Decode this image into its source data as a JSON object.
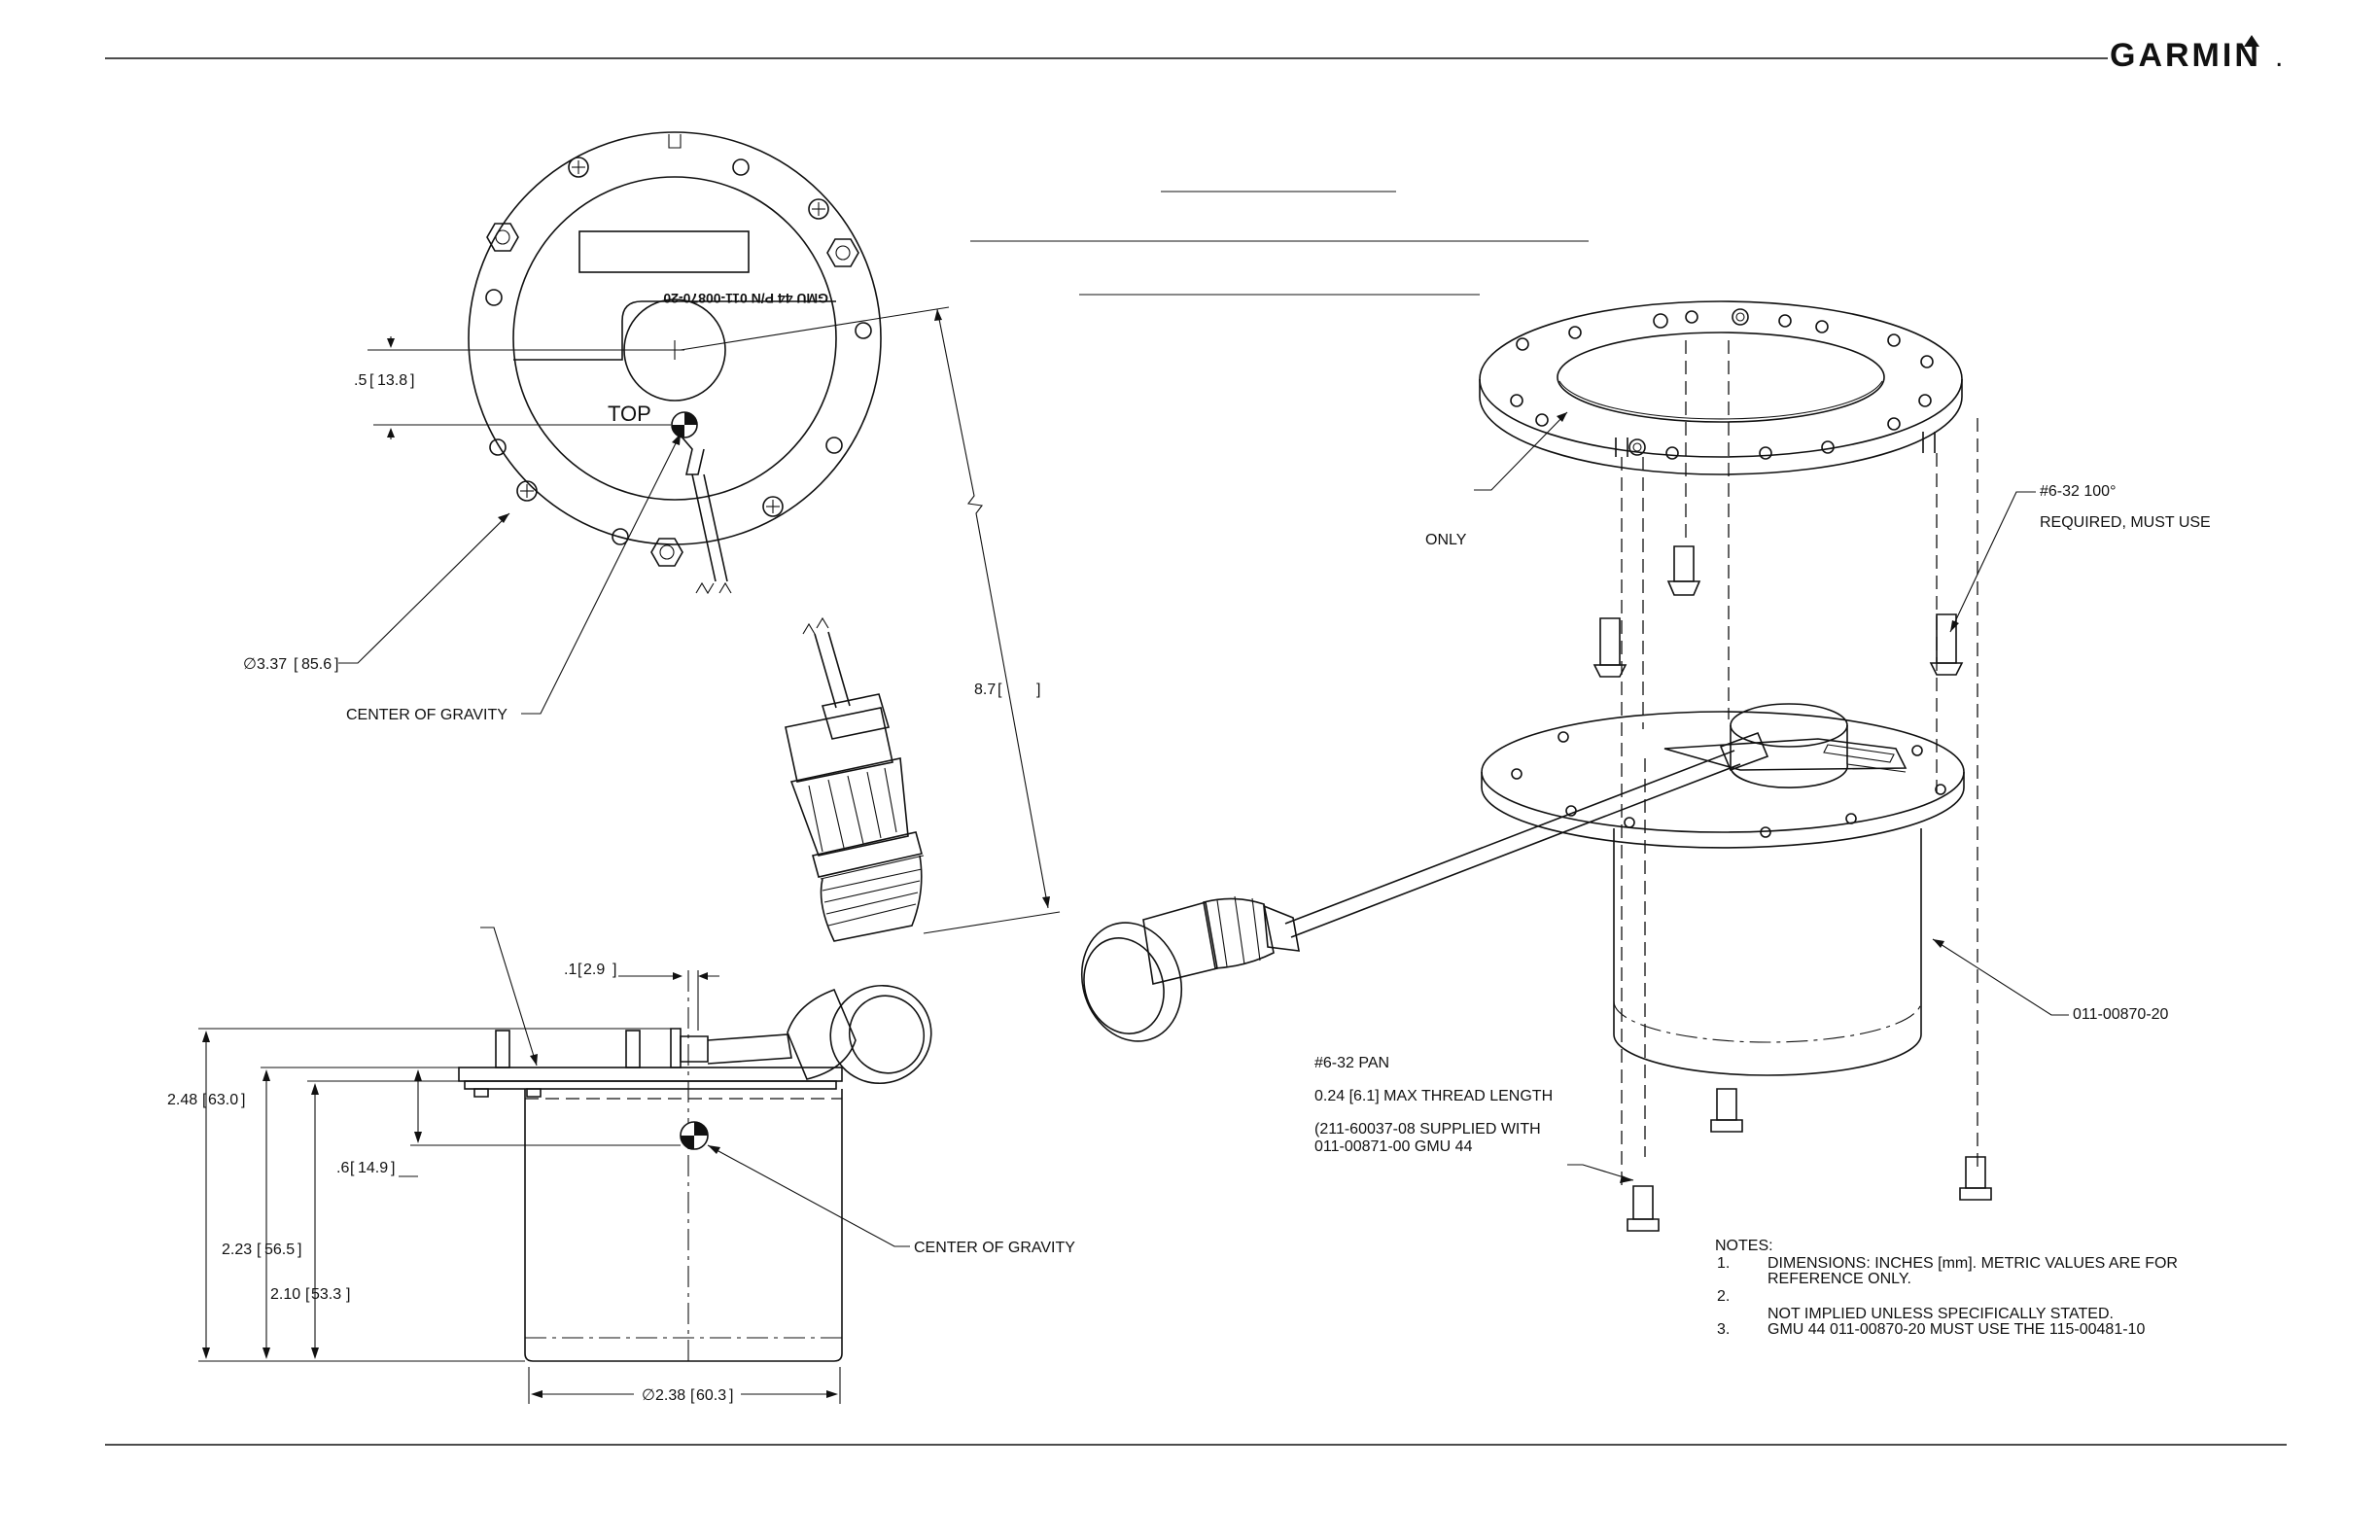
{
  "header": {
    "brand": "GARMIN",
    "brand_suffix": "."
  },
  "front_view": {
    "label_top": "TOP",
    "part_label": "GMU 44 P/N 011-00870-20",
    "dim_offset": ".5",
    "dim_offset_mm": "13.8",
    "dim_diameter": "3.37",
    "dim_diameter_mm": "85.6",
    "cg_label": "CENTER OF GRAVITY",
    "dim_length": "8.7"
  },
  "side_view": {
    "dim_a": ".1",
    "dim_a_mm": "2.9",
    "dim_height": "2.48",
    "dim_height_mm": "63.0",
    "dim_cg": ".6",
    "dim_cg_mm": "14.9",
    "dim_body": "2.23",
    "dim_body_mm": "56.5",
    "dim_can": "2.10",
    "dim_can_mm": "53.3",
    "dim_can_dia": "2.38",
    "dim_can_dia_mm": "60.3",
    "cg_label": "CENTER OF GRAVITY"
  },
  "iso_view": {
    "label_only": "ONLY",
    "screw_top_1": "#6-32 100°",
    "screw_top_2": "REQUIRED, MUST USE",
    "unit_pn": "011-00870-20",
    "screw_pan_1": "#6-32 PAN",
    "screw_pan_2": "0.24 [6.1] MAX THREAD LENGTH",
    "screw_pan_3": "(211-60037-08 SUPPLIED WITH",
    "screw_pan_4": "011-00871-00 GMU 44"
  },
  "notes": {
    "title": "NOTES:",
    "items": [
      {
        "num": "1.",
        "line1": "DIMENSIONS: INCHES [mm]. METRIC VALUES ARE FOR",
        "line2": "REFERENCE ONLY."
      },
      {
        "num": "2.",
        "line1": "",
        "line2": "NOT IMPLIED UNLESS SPECIFICALLY STATED."
      },
      {
        "num": "3.",
        "line1": "GMU 44 011-00870-20 MUST USE THE 115-00481-10",
        "line2": ""
      }
    ]
  }
}
